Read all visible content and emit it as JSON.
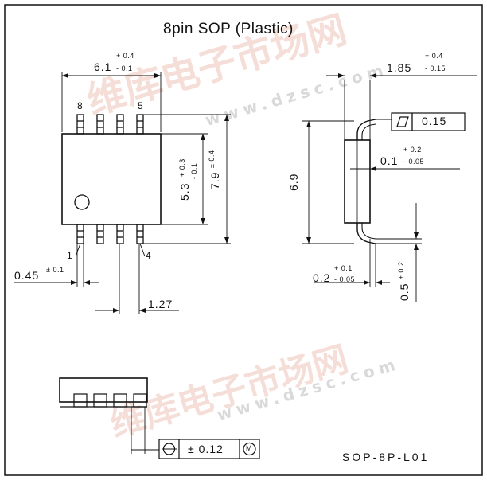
{
  "title": "8pin SOP (Plastic)",
  "package_code": "SOP-8P-L01",
  "pins": {
    "p8": "8",
    "p5": "5",
    "p1": "1",
    "p4": "4"
  },
  "dims": {
    "body_width": {
      "nominal": "6.1",
      "plus": "+ 0.4",
      "minus": "- 0.1"
    },
    "body_length": {
      "nominal": "5.3",
      "plus": "+ 0.3",
      "minus": "- 0.1"
    },
    "overall_length": {
      "nominal": "7.9",
      "tol": "± 0.4"
    },
    "lead_width": {
      "nominal": "0.45",
      "tol": "± 0.1"
    },
    "pitch": "1.27",
    "height": {
      "nominal": "1.85",
      "plus": "+ 0.4",
      "minus": "- 0.15"
    },
    "flatness": "0.15",
    "standoff": {
      "nominal": "0.1",
      "plus": "+ 0.2",
      "minus": "- 0.05"
    },
    "side_height": "6.9",
    "lead_thickness": {
      "nominal": "0.2",
      "plus": "+ 0.1",
      "minus": "- 0.05"
    },
    "lead_foot": {
      "nominal": "0.5",
      "tol": "± 0.2"
    },
    "position_tol": "± 0.12",
    "position_modifier": "M"
  },
  "watermark": {
    "cn": "维库电子市场网",
    "url": "www.dzsc.com"
  }
}
